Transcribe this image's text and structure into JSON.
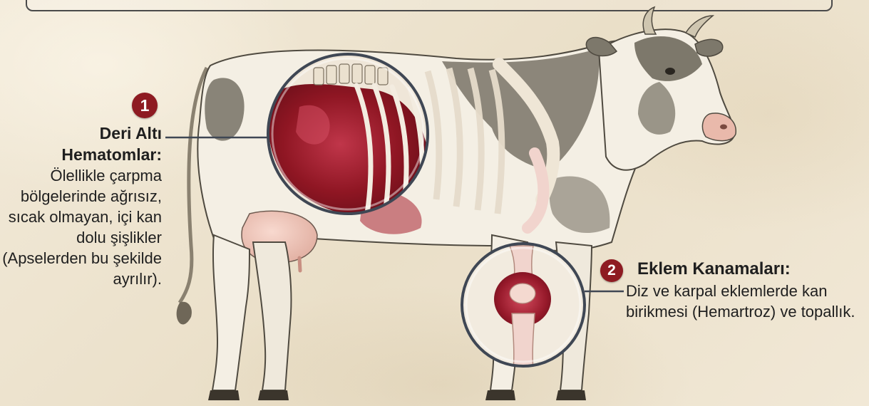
{
  "callouts": [
    {
      "number": "1",
      "title": "Deri Altı Hematomlar:",
      "body": "Ölellikle çarpma bölgelerinde ağrısız, sıcak olmayan, içi kan dolu şişlikler (Apselerden bu şekilde ayrılır)."
    },
    {
      "number": "2",
      "title": "Eklem Kanamaları:",
      "body": "Diz ve karpal eklemlerde kan birikmesi (Hemartroz) ve topallık."
    }
  ],
  "colors": {
    "badge": "#8e1b22",
    "blood": "#9c1a28",
    "cow_patch": "#7d786b",
    "cow_body": "#f4efe4",
    "background": "#efe6d3"
  }
}
